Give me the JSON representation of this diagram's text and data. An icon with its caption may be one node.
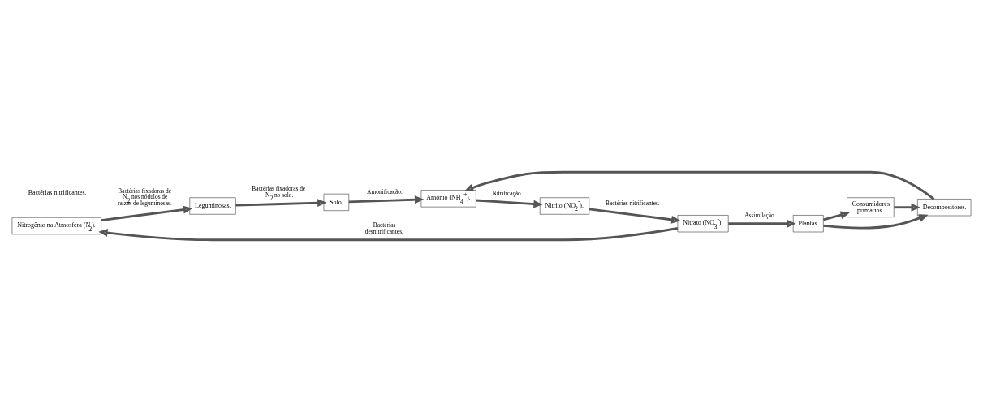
{
  "diagram": {
    "nodes": [
      {
        "text": [
          "Nitrogênio na Atmosfera (N$_{2}$)."
        ]
      },
      {
        "text": [
          "Consumidores primários."
        ]
      },
      {
        "text": [
          "Plantas."
        ]
      },
      {
        "text": [
          "Leguminosas."
        ]
      },
      {
        "text": [
          "Decompositores."
        ]
      },
      {
        "text": [
          "Nitrato (NO$_{3}$$^{-}$)."
        ]
      },
      {
        "text": [
          "Solo."
        ]
      },
      {
        "text": [
          "Amônio (NH$_{4}$$^{+}$)."
        ]
      },
      {
        "text": [
          "Nitrito (NO$_{2}$$^{-}$)."
        ]
      }
    ],
    "edges": [
      {
        "from": 0,
        "to": 3,
        "arrow": "to",
        "label": "Bactérias fixadoras de N$_{2}$ nos nódulos de raizes de leguminosas."
      },
      {
        "from": 2,
        "to": 1,
        "arrow": "to"
      },
      {
        "from": 2,
        "to": 4,
        "arrow": "to"
      },
      {
        "from": 1,
        "to": 4,
        "arrow": "to"
      },
      {
        "from": 5,
        "to": 2,
        "arrow": "to",
        "label": "Assimilação."
      },
      {
        "from": 5,
        "to": 0,
        "arrow": "to",
        "label": "Bactérias desnitrificantes."
      },
      {
        "from": 3,
        "to": 6,
        "arrow": "to",
        "label": "Bactérias fixadoras de N$_{2}$ no solo."
      },
      {
        "from": 6,
        "to": 7,
        "arrow": "to",
        "label": "Amonificação."
      },
      {
        "from": 4,
        "to": 7,
        "arrow": "to"
      },
      {
        "from": 7,
        "to": 8,
        "arrow": "to",
        "label": "Nitrificação."
      },
      {
        "from": 8,
        "to": 5,
        "arrow": "to",
        "label": "Bactérias nitrificantes."
      }
    ],
    "labels": [
      "Bactérias nitrificantes."
    ]
  }
}
